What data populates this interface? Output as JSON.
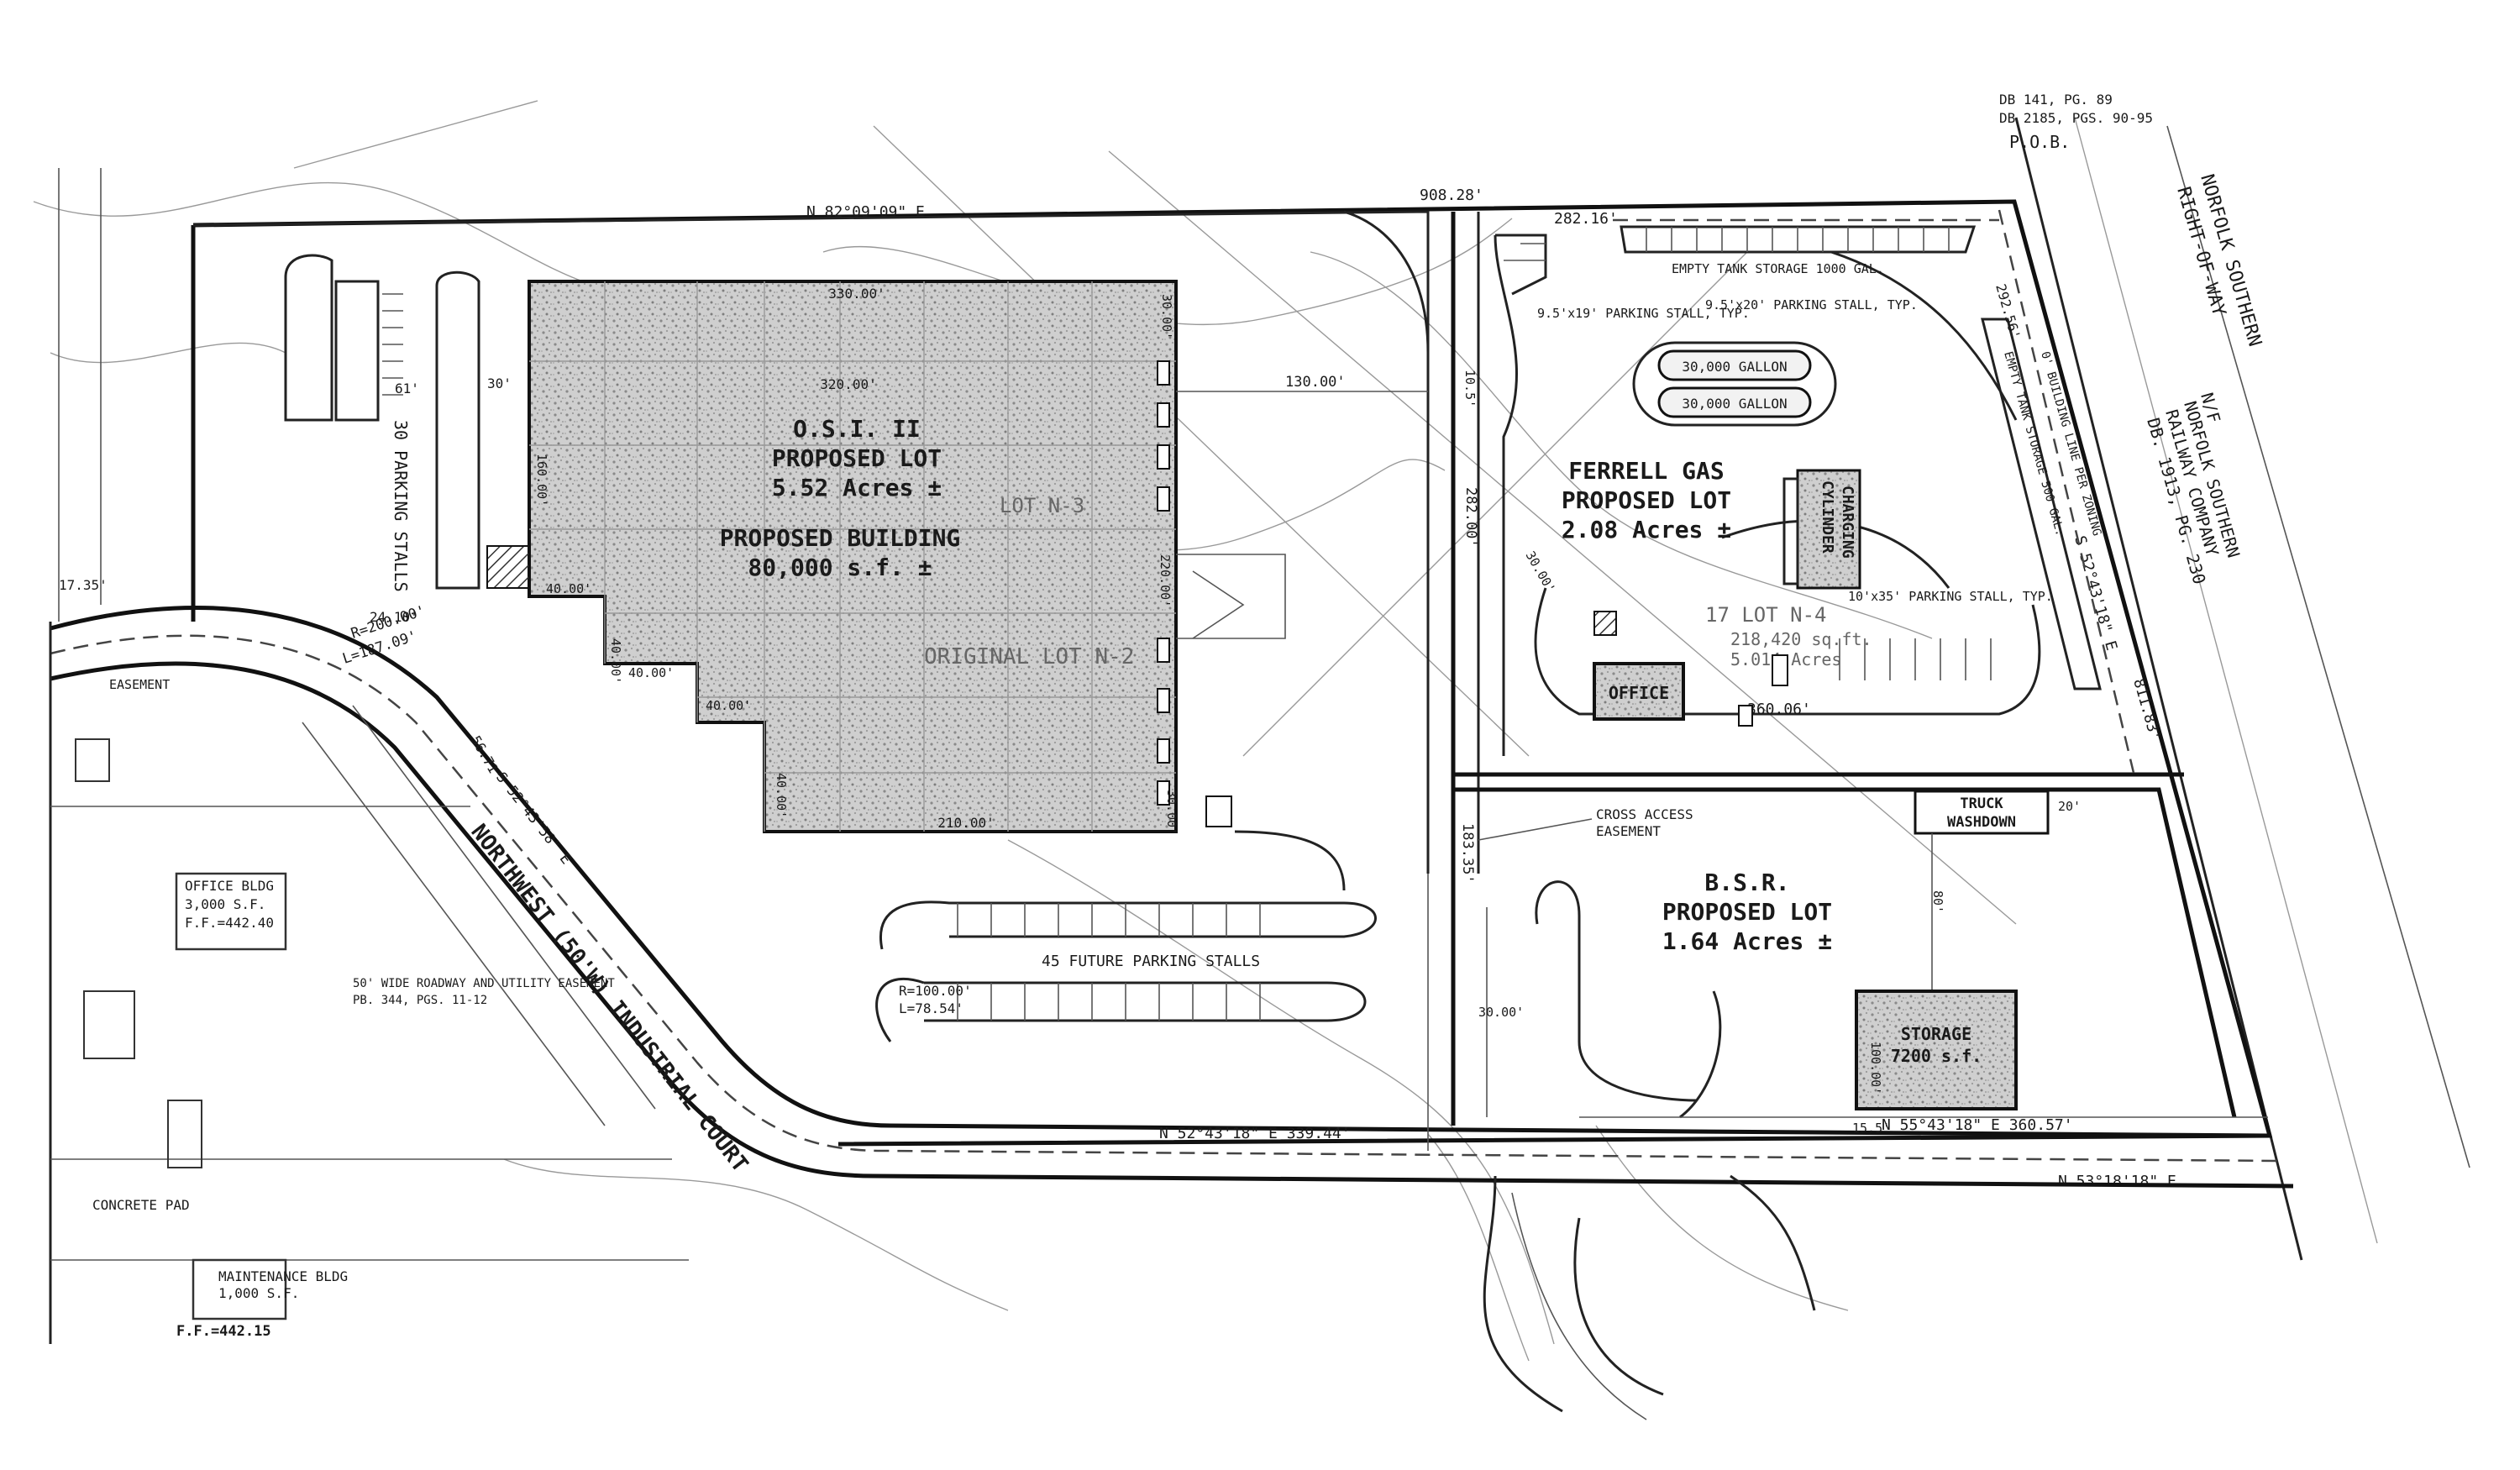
{
  "header": {
    "pob": "P.O.B.",
    "deed_ref_top": "DB 141, PG. 89",
    "deed_ref_top2": "DB 2185, PGS. 90-95"
  },
  "railway": {
    "line1": "NORFOLK SOUTHERN",
    "line2": "RIGHT-OF-WAY",
    "line3": "N/F",
    "line4": "NORFOLK SOUTHERN",
    "line5": "RAILWAY COMPANY",
    "line6": "DB. 1913, PG. 230"
  },
  "bearings": {
    "north_line": "N 82°09'09\" E",
    "north_dist": "908.28'",
    "court_bearing": "S 52°43'58\" E",
    "south_bearing1": "N 52°43'18\" E  339.44'",
    "south_bearing2": "N 55°43'18\" E  360.57'",
    "east_bearing": "S 52°43'18\" E",
    "far_right_bearing": "N 53°18'18\" E",
    "east_dist": "811.83'"
  },
  "lot_osi": {
    "name": "O.S.I. II",
    "sub": "PROPOSED LOT",
    "area": "5.52 Acres ±",
    "bldg_title": "PROPOSED BUILDING",
    "bldg_area": "80,000 s.f. ±",
    "overlay1": "LOT N-3",
    "overlay2": "ORIGINAL LOT N-2",
    "dim_top": "330.00'",
    "dim_inner": "320.00'",
    "dim_right1": "130.00'",
    "dim_bottom": "210.00'",
    "dim_40a": "40.00'",
    "dim_40b": "40.00'",
    "dim_40c": "40.00'",
    "dim_40d": "40.00'",
    "dim_40e": "40.00'",
    "dim_160": "160.00'",
    "dim_220": "220.00'",
    "dim_30a": "30.00'",
    "dim_30b": "30.00'"
  },
  "parking_osi": {
    "stalls_label": "30 PARKING STALLS",
    "dim_61": "61'",
    "dim_30": "30'",
    "future": "45 FUTURE PARKING STALLS"
  },
  "lot_ferrell": {
    "name": "FERRELL GAS",
    "sub": "PROPOSED LOT",
    "area": "2.08 Acres ±",
    "overlay": "17  LOT N-4",
    "overlay_area": "218,420 sq.ft.",
    "overlay_acres": "5.014 Acres",
    "tank1": "30,000 GALLON",
    "tank2": "30,000 GALLON",
    "cylinder": "CYLINDER",
    "charging": "CHARGING",
    "office": "OFFICE",
    "empty_tank": "EMPTY TANK STORAGE 1000 GAL.",
    "empty_tank2": "EMPTY TANK STORAGE 500 GAL.",
    "stall1": "9.5'x19' PARKING STALL, TYP.",
    "stall2": "9.5'x20' PARKING STALL, TYP.",
    "stall3": "10'x35' PARKING STALL, TYP.",
    "dim_top": "282.16'",
    "dim_left": "282.00'",
    "dim_bottom": "360.06'",
    "dim_30": "30.00'",
    "dim_105": "10.5'",
    "dim_29256": "292.56'",
    "setback": "0' BUILDING LINE PER ZONING"
  },
  "lot_bsr": {
    "name": "B.S.R.",
    "sub": "PROPOSED LOT",
    "area": "1.64 Acres ±",
    "truck1": "TRUCK",
    "truck2": "WASHDOWN",
    "storage": "STORAGE",
    "storage_area": "7200 s.f.",
    "cross_access1": "CROSS ACCESS",
    "cross_access2": "EASEMENT",
    "dim_left": "183.35'",
    "dim_20": "20'",
    "dim_80": "80'",
    "dim_30": "30.00'",
    "dim_155": "15.5'",
    "dim_100": "100.00'"
  },
  "west_parcel": {
    "office_bldg": "OFFICE BLDG",
    "office_area": "3,000 S.F.",
    "office_ff": "F.F.=442.40",
    "maint_bldg": "MAINTENANCE BLDG",
    "maint_area": "1,000 S.F.",
    "maint_ff": "F.F.=442.15",
    "pad": "CONCRETE PAD",
    "easement": "50' WIDE ROADWAY AND UTILITY EASEMENT",
    "easement2": "PB. 344, PGS. 11-12",
    "easement_left": "EASEMENT",
    "curve_r": "R=200.00'",
    "curve_l": "L=187.09'",
    "dim_1735": "17.35'",
    "dim_2410": "24.10'",
    "dim_5671": "56.71'"
  },
  "road": {
    "name": "NORTHWEST (50'W) INDUSTRIAL COURT",
    "curve2_r": "R=100.00'",
    "curve2_l": "L=78.54'"
  }
}
